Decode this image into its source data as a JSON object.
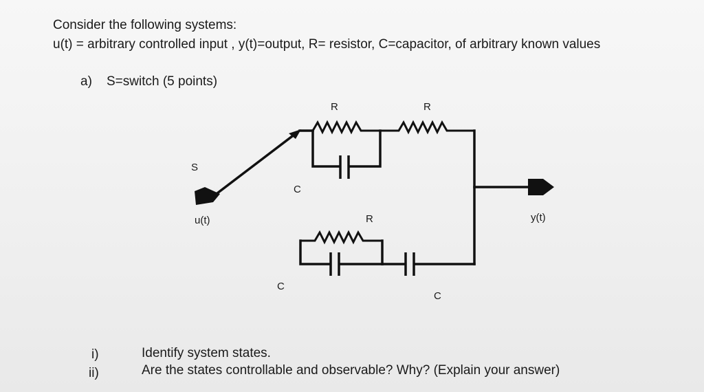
{
  "intro": {
    "line1": "Consider the following systems:",
    "line2": "u(t) = arbitrary controlled input , y(t)=output, R= resistor, C=capacitor,  of arbitrary known values"
  },
  "part_a": {
    "marker": "a)",
    "text": "S=switch (5 points)"
  },
  "circuit": {
    "switch_label": "S",
    "input_label": "u(t)",
    "output_label": "y(t)",
    "r_top_left": "R",
    "r_top_right": "R",
    "c_top": "C",
    "r_bottom": "R",
    "c_bottom_left": "C",
    "c_bottom_right": "C"
  },
  "questions": [
    {
      "marker": "i)",
      "text": "Identify system states."
    },
    {
      "marker": "ii)",
      "text": "Are the states controllable and observable? Why? (Explain your answer)"
    }
  ]
}
